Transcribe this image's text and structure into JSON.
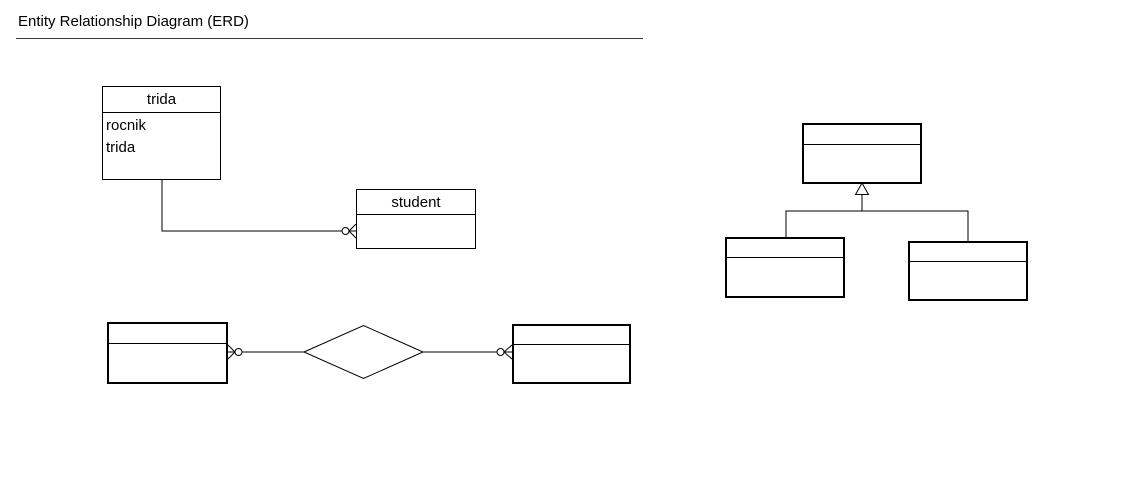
{
  "title": "Entity Relationship Diagram (ERD)",
  "colors": {
    "line": "#000000",
    "background": "#ffffff",
    "text": "#000000",
    "title_rule": "#3a3a3a"
  },
  "diagrams": {
    "main_relationship": {
      "entities": [
        {
          "name": "trida",
          "attributes": [
            "rocnik",
            "trida"
          ]
        },
        {
          "name": "student",
          "attributes": []
        }
      ],
      "connector": {
        "from": "trida",
        "to": "student",
        "end_symbol": "circle-crow-foot (zero-or-many)"
      }
    },
    "inheritance": {
      "parent": {
        "name": "",
        "attributes": []
      },
      "children": [
        {
          "name": "",
          "attributes": []
        },
        {
          "name": "",
          "attributes": []
        }
      ],
      "connector_symbol": "hollow-triangle (generalization)"
    },
    "diamond_relationship": {
      "entities": [
        {
          "name": "",
          "attributes": []
        },
        {
          "name": "",
          "attributes": []
        }
      ],
      "diamond_label": "",
      "left_end_symbol": "crow-foot-circle (zero-or-many)",
      "right_end_symbol": "circle-crow-foot (zero-or-many)"
    }
  }
}
